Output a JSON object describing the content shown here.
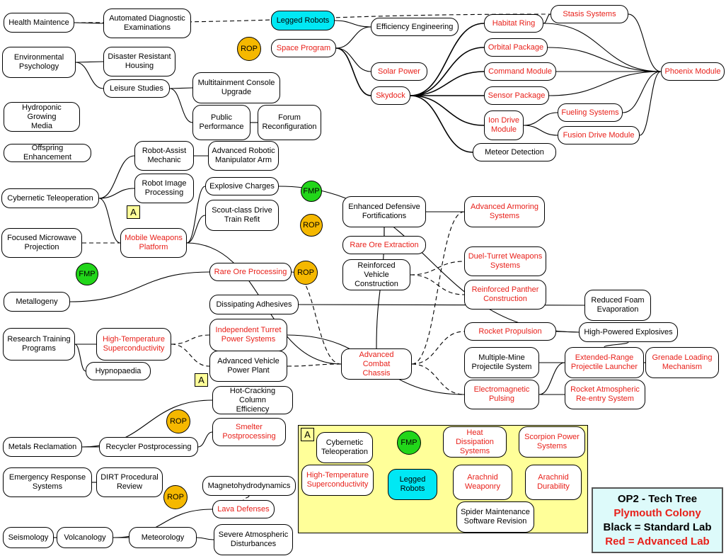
{
  "colors": {
    "advanced": "#e8201a",
    "standard": "#000000",
    "highlight": "#00e8f4",
    "rop": "#f5b800",
    "fmp": "#22d61a",
    "inset_bg": "#ffff99",
    "legend_bg": "#ddfafa"
  },
  "legend": {
    "title": "OP2 - Tech Tree",
    "colony": "Plymouth Colony",
    "standard": "Black = Standard Lab",
    "advanced": "Red = Advanced Lab"
  },
  "inset_marker": "A",
  "nodes": {
    "health_maintence": {
      "text": "Health Maintence",
      "lab": "standard"
    },
    "automated_diagnostic": {
      "text": "Automated Diagnostic\nExaminations",
      "lab": "standard"
    },
    "environmental_psychology": {
      "text": "Environmental\nPsychology",
      "lab": "standard"
    },
    "disaster_resistant": {
      "text": "Disaster Resistant\nHousing",
      "lab": "standard"
    },
    "leisure_studies": {
      "text": "Leisure Studies",
      "lab": "standard"
    },
    "multitainment": {
      "text": "Multitainment Console\nUpgrade",
      "lab": "standard"
    },
    "public_performance": {
      "text": "Public\nPerformance",
      "lab": "standard"
    },
    "forum_reconfig": {
      "text": "Forum\nReconfiguration",
      "lab": "standard"
    },
    "hydroponic": {
      "text": "Hydroponic Growing\nMedia",
      "lab": "standard"
    },
    "offspring": {
      "text": "Offspring Enhancement",
      "lab": "standard"
    },
    "legged_robots": {
      "text": "Legged Robots",
      "lab": "highlight"
    },
    "efficiency_eng": {
      "text": "Efficiency Engineering",
      "lab": "standard"
    },
    "space_program": {
      "text": "Space Program",
      "lab": "advanced"
    },
    "solar_power": {
      "text": "Solar Power",
      "lab": "advanced"
    },
    "skydock": {
      "text": "Skydock",
      "lab": "advanced"
    },
    "habitat_ring": {
      "text": "Habitat Ring",
      "lab": "advanced"
    },
    "stasis_systems": {
      "text": "Stasis Systems",
      "lab": "advanced"
    },
    "orbital_package": {
      "text": "Orbital Package",
      "lab": "advanced"
    },
    "command_module": {
      "text": "Command Module",
      "lab": "advanced"
    },
    "sensor_package": {
      "text": "Sensor Package",
      "lab": "advanced"
    },
    "ion_drive": {
      "text": "Ion Drive\nModule",
      "lab": "advanced"
    },
    "fueling_systems": {
      "text": "Fueling Systems",
      "lab": "advanced"
    },
    "fusion_drive": {
      "text": "Fusion Drive Module",
      "lab": "advanced"
    },
    "meteor_detection": {
      "text": "Meteor Detection",
      "lab": "standard"
    },
    "phoenix_module": {
      "text": "Phoenix Module",
      "lab": "advanced"
    },
    "robot_assist": {
      "text": "Robot-Assist\nMechanic",
      "lab": "standard"
    },
    "advanced_robotic": {
      "text": "Advanced Robotic\nManipulator Arm",
      "lab": "standard"
    },
    "cybernetic_tele": {
      "text": "Cybernetic Teleoperation",
      "lab": "standard"
    },
    "robot_image": {
      "text": "Robot Image\nProcessing",
      "lab": "standard"
    },
    "explosive_charges": {
      "text": "Explosive Charges",
      "lab": "standard"
    },
    "scout_class": {
      "text": "Scout-class Drive\nTrain Refit",
      "lab": "standard"
    },
    "focused_microwave": {
      "text": "Focused Microwave\nProjection",
      "lab": "standard"
    },
    "mobile_weapons": {
      "text": "Mobile Weapons\nPlatform",
      "lab": "advanced"
    },
    "enhanced_defensive": {
      "text": "Enhanced Defensive\nFortifications",
      "lab": "standard"
    },
    "advanced_armoring": {
      "text": "Advanced Armoring\nSystems",
      "lab": "advanced"
    },
    "rare_ore_extraction": {
      "text": "Rare Ore Extraction",
      "lab": "advanced"
    },
    "rare_ore_processing": {
      "text": "Rare Ore Processing",
      "lab": "advanced"
    },
    "reinforced_vehicle": {
      "text": "Reinforced Vehicle\nConstruction",
      "lab": "standard"
    },
    "duel_turret": {
      "text": "Duel-Turret Weapons\nSystems",
      "lab": "advanced"
    },
    "reinforced_panther": {
      "text": "Reinforced Panther\nConstruction",
      "lab": "advanced"
    },
    "metallogeny": {
      "text": "Metallogeny",
      "lab": "standard"
    },
    "dissipating_adhesives": {
      "text": "Dissipating Adhesives",
      "lab": "standard"
    },
    "reduced_foam": {
      "text": "Reduced Foam\nEvaporation",
      "lab": "standard"
    },
    "research_training": {
      "text": "Research Training\nPrograms",
      "lab": "standard"
    },
    "high_temp": {
      "text": "High-Temperature\nSuperconductivity",
      "lab": "advanced"
    },
    "independent_turret": {
      "text": "Independent Turret\nPower Systems",
      "lab": "advanced"
    },
    "rocket_propulsion": {
      "text": "Rocket Propulsion",
      "lab": "advanced"
    },
    "high_powered": {
      "text": "High-Powered Explosives",
      "lab": "standard"
    },
    "hypnopaedia": {
      "text": "Hypnopaedia",
      "lab": "standard"
    },
    "advanced_vehicle": {
      "text": "Advanced Vehicle\nPower Plant",
      "lab": "standard"
    },
    "advanced_combat": {
      "text": "Advanced Combat\nChassis",
      "lab": "advanced"
    },
    "multiple_mine": {
      "text": "Multiple-Mine\nProjectile System",
      "lab": "standard"
    },
    "extended_range": {
      "text": "Extended-Range\nProjectile Launcher",
      "lab": "advanced"
    },
    "grenade_loading": {
      "text": "Grenade Loading\nMechanism",
      "lab": "advanced"
    },
    "electromagnetic": {
      "text": "Electromagnetic\nPulsing",
      "lab": "advanced"
    },
    "rocket_atmospheric": {
      "text": "Rocket Atmospheric\nRe-entry System",
      "lab": "advanced"
    },
    "hot_cracking": {
      "text": "Hot-Cracking Column\nEfficiency",
      "lab": "standard"
    },
    "smelter": {
      "text": "Smelter\nPostprocessing",
      "lab": "advanced"
    },
    "metals_reclamation": {
      "text": "Metals Reclamation",
      "lab": "standard"
    },
    "recycler": {
      "text": "Recycler Postprocessing",
      "lab": "standard"
    },
    "emergency_response": {
      "text": "Emergency Response\nSystems",
      "lab": "standard"
    },
    "dirt_procedural": {
      "text": "DIRT Procedural\nReview",
      "lab": "standard"
    },
    "magnetohydro": {
      "text": "Magnetohydrodynamics",
      "lab": "standard"
    },
    "lava_defenses": {
      "text": "Lava Defenses",
      "lab": "advanced"
    },
    "seismology": {
      "text": "Seismology",
      "lab": "standard"
    },
    "volcanology": {
      "text": "Volcanology",
      "lab": "standard"
    },
    "meteorology": {
      "text": "Meteorology",
      "lab": "standard"
    },
    "severe_atmospheric": {
      "text": "Severe Atmospheric\nDisturbances",
      "lab": "standard"
    },
    "inset_cybernetic": {
      "text": "Cybernetic\nTeleoperation",
      "lab": "standard"
    },
    "inset_high_temp": {
      "text": "High-Temperature\nSuperconductivity",
      "lab": "advanced"
    },
    "inset_legged": {
      "text": "Legged\nRobots",
      "lab": "highlight"
    },
    "heat_dissipation": {
      "text": "Heat Dissipation\nSystems",
      "lab": "advanced"
    },
    "scorpion_power": {
      "text": "Scorpion Power\nSystems",
      "lab": "advanced"
    },
    "arachnid_weaponry": {
      "text": "Arachnid\nWeaponry",
      "lab": "advanced"
    },
    "arachnid_durability": {
      "text": "Arachnid\nDurability",
      "lab": "advanced"
    },
    "spider_maintenance": {
      "text": "Spider Maintenance\nSoftware Revision",
      "lab": "standard"
    }
  },
  "badges": {
    "rop_space": {
      "text": "ROP",
      "kind": "rop"
    },
    "fmp_focused": {
      "text": "FMP",
      "kind": "fmp"
    },
    "fmp_enhanced": {
      "text": "FMP",
      "kind": "fmp"
    },
    "rop_enhanced": {
      "text": "ROP",
      "kind": "rop"
    },
    "rop_rare": {
      "text": "ROP",
      "kind": "rop"
    },
    "rop_smelter": {
      "text": "ROP",
      "kind": "rop"
    },
    "rop_lava": {
      "text": "ROP",
      "kind": "rop"
    },
    "fmp_inset": {
      "text": "FMP",
      "kind": "fmp"
    }
  },
  "edges": [
    [
      "health_maintence",
      "automated_diagnostic",
      "solid"
    ],
    [
      "health_maintence",
      "stasis_systems",
      "dashed"
    ],
    [
      "environmental_psychology",
      "disaster_resistant",
      "solid"
    ],
    [
      "environmental_psychology",
      "leisure_studies",
      "solid"
    ],
    [
      "leisure_studies",
      "multitainment",
      "solid"
    ],
    [
      "leisure_studies",
      "public_performance",
      "solid"
    ],
    [
      "public_performance",
      "forum_reconfig",
      "solid"
    ],
    [
      "legged_robots",
      "efficiency_eng",
      "solid"
    ],
    [
      "space_program",
      "efficiency_eng",
      "solid"
    ],
    [
      "space_program",
      "solar_power",
      "solid"
    ],
    [
      "space_program",
      "skydock",
      "solid"
    ],
    [
      "skydock",
      "habitat_ring",
      "solid"
    ],
    [
      "skydock",
      "orbital_package",
      "solid"
    ],
    [
      "skydock",
      "command_module",
      "solid"
    ],
    [
      "skydock",
      "sensor_package",
      "solid"
    ],
    [
      "skydock",
      "ion_drive",
      "solid"
    ],
    [
      "skydock",
      "meteor_detection",
      "solid"
    ],
    [
      "habitat_ring",
      "stasis_systems",
      "solid"
    ],
    [
      "ion_drive",
      "fueling_systems",
      "solid"
    ],
    [
      "ion_drive",
      "fusion_drive",
      "solid"
    ],
    [
      "habitat_ring",
      "phoenix_module",
      "solid"
    ],
    [
      "stasis_systems",
      "phoenix_module",
      "solid"
    ],
    [
      "orbital_package",
      "phoenix_module",
      "solid"
    ],
    [
      "command_module",
      "phoenix_module",
      "solid"
    ],
    [
      "sensor_package",
      "phoenix_module",
      "solid"
    ],
    [
      "fueling_systems",
      "phoenix_module",
      "solid"
    ],
    [
      "fusion_drive",
      "phoenix_module",
      "solid"
    ],
    [
      "cybernetic_tele",
      "robot_assist",
      "solid"
    ],
    [
      "cybernetic_tele",
      "robot_image",
      "solid"
    ],
    [
      "cybernetic_tele",
      "mobile_weapons",
      "solid"
    ],
    [
      "robot_assist",
      "advanced_robotic",
      "solid"
    ],
    [
      "focused_microwave",
      "mobile_weapons",
      "dashed"
    ],
    [
      "mobile_weapons",
      "explosive_charges",
      "solid"
    ],
    [
      "mobile_weapons",
      "scout_class",
      "solid"
    ],
    [
      "explosive_charges",
      "high_powered",
      "solid"
    ],
    [
      "mobile_weapons",
      "advanced_combat",
      "solid"
    ],
    [
      "enhanced_defensive",
      "advanced_armoring",
      "solid"
    ],
    [
      "enhanced_defensive",
      "rare_ore_extraction",
      "solid"
    ],
    [
      "enhanced_defensive",
      "advanced_combat",
      "solid"
    ],
    [
      "reinforced_vehicle",
      "duel_turret",
      "dashed"
    ],
    [
      "reinforced_vehicle",
      "reinforced_panther",
      "dashed"
    ],
    [
      "metallogeny",
      "rare_ore_processing",
      "solid"
    ],
    [
      "rare_ore_processing",
      "advanced_combat",
      "dashed"
    ],
    [
      "dissipating_adhesives",
      "reduced_foam",
      "solid"
    ],
    [
      "research_training",
      "high_temp",
      "solid"
    ],
    [
      "research_training",
      "hypnopaedia",
      "solid"
    ],
    [
      "high_temp",
      "independent_turret",
      "dashed"
    ],
    [
      "high_temp",
      "advanced_vehicle",
      "dashed"
    ],
    [
      "independent_turret",
      "electromagnetic",
      "solid"
    ],
    [
      "advanced_vehicle",
      "advanced_combat",
      "dashed"
    ],
    [
      "advanced_combat",
      "rocket_propulsion",
      "dashed"
    ],
    [
      "advanced_combat",
      "electromagnetic",
      "dashed"
    ],
    [
      "advanced_combat",
      "advanced_armoring",
      "dashed"
    ],
    [
      "multiple_mine",
      "extended_range",
      "solid"
    ],
    [
      "rocket_propulsion",
      "high_powered",
      "solid"
    ],
    [
      "extended_range",
      "grenade_loading",
      "solid"
    ],
    [
      "high_powered",
      "extended_range",
      "solid"
    ],
    [
      "electromagnetic",
      "rocket_atmospheric",
      "solid"
    ],
    [
      "electromagnetic",
      "extended_range",
      "solid"
    ],
    [
      "metals_reclamation",
      "hot_cracking",
      "solid"
    ],
    [
      "metals_reclamation",
      "recycler",
      "solid"
    ],
    [
      "recycler",
      "smelter",
      "solid"
    ],
    [
      "emergency_response",
      "dirt_procedural",
      "solid"
    ],
    [
      "magnetohydro",
      "lava_defenses",
      "dashed"
    ],
    [
      "seismology",
      "volcanology",
      "solid"
    ],
    [
      "volcanology",
      "meteorology",
      "solid"
    ],
    [
      "volcanology",
      "lava_defenses",
      "solid"
    ],
    [
      "meteorology",
      "severe_atmospheric",
      "solid"
    ],
    [
      "inset_cybernetic",
      "inset_legged",
      "solid"
    ],
    [
      "inset_high_temp",
      "inset_legged",
      "solid"
    ],
    [
      "inset_legged",
      "heat_dissipation",
      "solid"
    ],
    [
      "inset_legged",
      "arachnid_weaponry",
      "solid"
    ],
    [
      "inset_legged",
      "spider_maintenance",
      "solid"
    ],
    [
      "arachnid_weaponry",
      "scorpion_power",
      "solid"
    ],
    [
      "arachnid_weaponry",
      "arachnid_durability",
      "solid"
    ]
  ]
}
